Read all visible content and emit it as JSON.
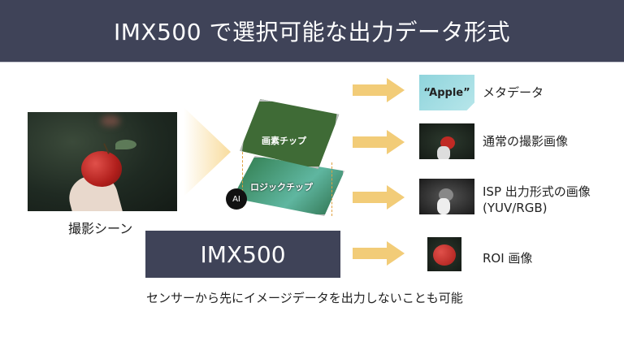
{
  "header": {
    "title": "IMX500 で選択可能な出力データ形式"
  },
  "scene": {
    "label": "撮影シーン",
    "image": "apple-in-hand-photo"
  },
  "chip": {
    "top_label": "画素チップ",
    "bottom_label": "ロジックチップ",
    "ai_badge": "AI"
  },
  "sensor_box": {
    "label": "IMX500"
  },
  "outputs": [
    {
      "id": "metadata",
      "card_text": "“Apple”",
      "label": "メタデータ"
    },
    {
      "id": "normal-image",
      "label": "通常の撮影画像",
      "image": "apple-color-thumbnail"
    },
    {
      "id": "isp-image",
      "label_line1": "ISP 出力形式の画像",
      "label_line2": "(YUV/RGB)",
      "image": "apple-grayscale-thumbnail"
    },
    {
      "id": "roi-image",
      "label": "ROI 画像",
      "image": "apple-roi-thumbnail"
    }
  ],
  "footnote": "センサーから先にイメージデータを出力しないことも可能",
  "colors": {
    "header_bg": "#3f4358",
    "arrow": "#f2cc78",
    "meta_card": "#a6dde3",
    "beam": "#f7d68c"
  }
}
